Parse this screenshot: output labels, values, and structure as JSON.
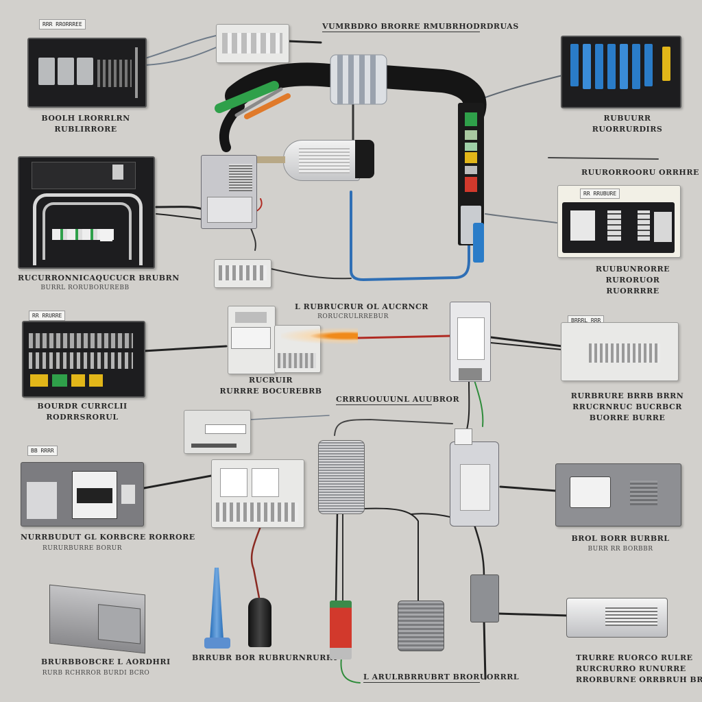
{
  "labels": {
    "top_title": "VUMRBDRO BRORRE RMUBRHODRDRUAS",
    "panel1_line1": "BOOLH LRORRLRN",
    "panel1_line2": "RUBLIRRORE",
    "panel2_line1": "RUCURRONNICAQUCUCR BRUBRN",
    "panel2_line2": "BURRL RORUBORUREBB",
    "panel3_line1": "BOURDR CURRCLII",
    "panel3_line2": "RODRRSRORUL",
    "panel4_line1": "NURRBUDUT GL KORBCRE RORRORE",
    "panel4_line2": "RURURBURRE BORUR",
    "panel5_line1": "BRURBBOBCRE L AORDHRI",
    "panel5_line2": "RURB RCHRROR BURDI BCRO",
    "right1_line1": "RUBUURR",
    "right1_line2": "RUORRURDIRS",
    "right2_head": "RUURORROORU ORRHRE",
    "right2_line1": "RUUBUNRORRE",
    "right2_line2": "RURORUOR",
    "right2_line3": "RUORRRRE",
    "right3_line1": "RURBRURE BRRB BRRN",
    "right3_line2": "RRUCRNRUC BUCRBCR",
    "right3_line3": "BUORRE BURRE",
    "right4_line1": "BROL BORR BURBRL",
    "right4_line2": "BURR RR BORBBR",
    "right5_line1": "TRURRE RUORCO RULRE",
    "right5_line2": "RURCRURRO RUNURRE",
    "right5_line3": "RRORBURNE ORRBRUH BRD",
    "mid1_line1": "L RUBRUCRUR OL AUCRNCR",
    "mid1_line2": "RORUCRULRREBUR",
    "mid2_line1": "RUCRUIR",
    "mid2_line2": "RURRRE BOCUREBRB",
    "mid3": "CRRRUOUUUNL AUUBROR",
    "bottom_mid": "BRRUBR BOR RUBRURNRURRY",
    "bottom_right": "L ARULRBRRUBRT BRORUORRRL"
  },
  "tags": {
    "t1": "RRR RRORRREE",
    "t2": "RR RRUBURE",
    "t3": "RR RRURRE",
    "t4": "BRRRL RRR",
    "t5": "BB RRRR"
  },
  "colors": {
    "background": "#d2d0cc",
    "wire_dark": "#2a2a2a",
    "wire_blue": "#2f6fb5",
    "wire_red": "#b02a22",
    "wire_green": "#2e8b3a",
    "status_green": "#2fa04a",
    "status_yellow": "#e2b619",
    "status_red": "#d2392c",
    "cable_blue": "#2a7cc8"
  }
}
